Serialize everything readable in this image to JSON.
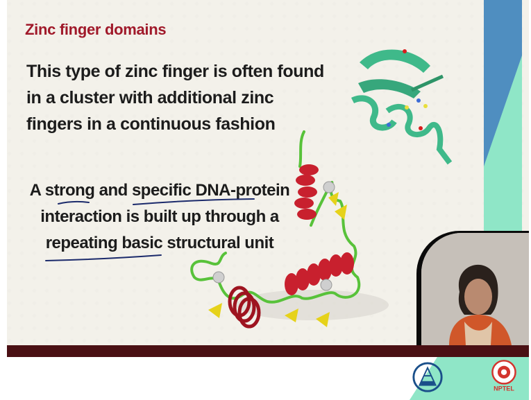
{
  "slide": {
    "title": "Zinc finger domains",
    "para1": "This type of zinc finger is often found in a cluster with additional zinc fingers in a continuous fashion",
    "para2": "A strong and specific DNA-protein interaction is built up through a repeating basic structural unit"
  },
  "colors": {
    "title": "#a0192a",
    "text": "#1c1c1c",
    "slide_bg": "#f3f1ea",
    "accent_blue": "#4f8ec0",
    "accent_mint": "#8fe6c7",
    "bottom_bar": "#4a1014",
    "helix_red": "#c8202e",
    "loop_green": "#58c23a",
    "sheet_yellow": "#e6d21a",
    "ribbon_teal": "#3fb98a"
  },
  "footer": {
    "logos": [
      "iit-kharagpur-logo",
      "nptel-logo"
    ],
    "nptel_text": "NPTEL"
  },
  "figures": [
    "zinc-finger-ribbon-structure",
    "zinc-finger-cluster-structure"
  ]
}
